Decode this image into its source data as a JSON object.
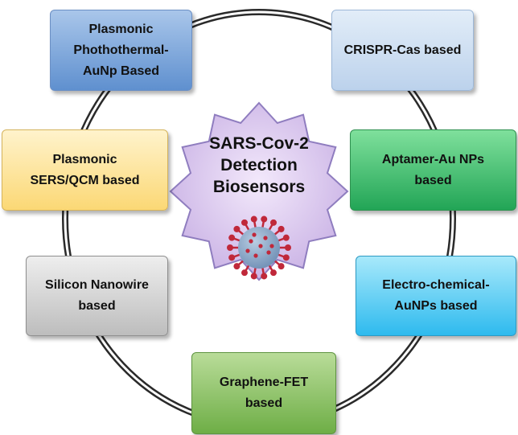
{
  "center": {
    "lines": [
      "SARS-Cov-2",
      "Detection",
      "Biosensors"
    ]
  },
  "boxes": {
    "plasmonic_photothermal": "Plasmonic\nPhothothermal-\nAuNp Based",
    "crispr": "CRISPR-Cas based",
    "plasmonic_sers": "Plasmonic\nSERS/QCM based",
    "aptamer": "Aptamer-Au NPs\nbased",
    "silicon": "Silicon Nanowire\nbased",
    "electro": "Electro-chemical-\nAuNPs based",
    "graphene": "Graphene-FET\nbased"
  },
  "icons": {
    "center_star": "star-burst-icon",
    "virus": "coronavirus-icon"
  },
  "colors": {
    "star_fill_light": "#f3e9fb",
    "star_fill_dark": "#c8b0e4",
    "star_stroke": "#8f7dbf",
    "virus_body": "#6f8fb5",
    "virus_spike": "#c0283a"
  }
}
